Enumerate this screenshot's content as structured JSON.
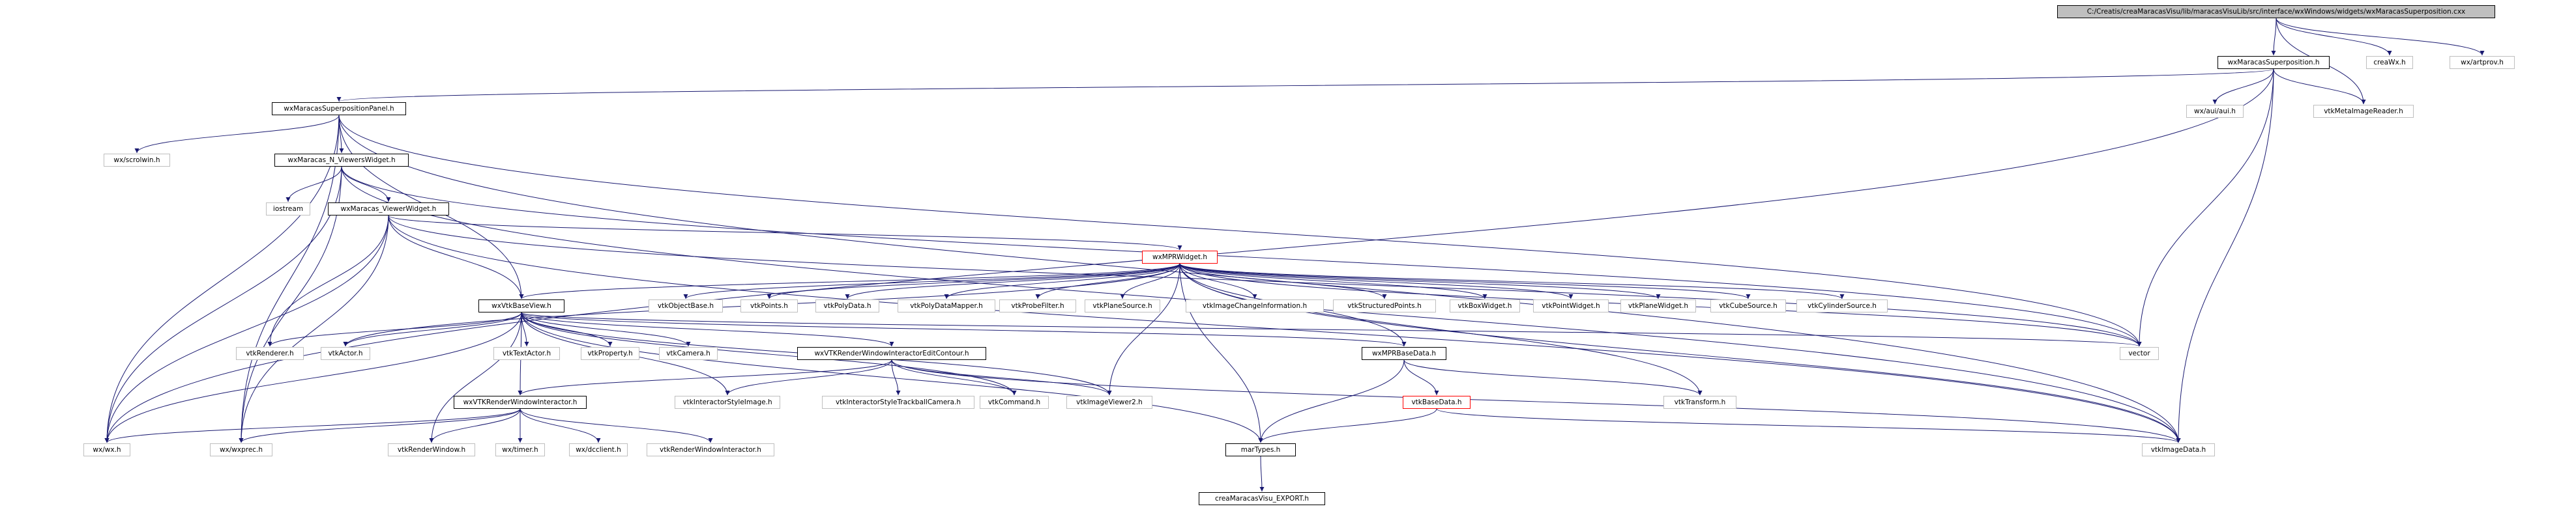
{
  "colors": {
    "edge": "#191970",
    "root_fill": "#bfbfbf",
    "doc_border": "#000000",
    "ext_border": "#bfbfbf",
    "incomplete_border": "#ff0000"
  },
  "nodes": [
    {
      "id": "root",
      "label": "C:/Creatis/creaMaracasVisu/lib/maracasVisuLib/src/interface/wxWindows/widgets/wxMaracasSuperposition.cxx",
      "style": "root"
    },
    {
      "id": "superpos_h",
      "label": "wxMaracasSuperposition.h",
      "style": "doc"
    },
    {
      "id": "creawx",
      "label": "creaWx.h",
      "style": "ext"
    },
    {
      "id": "artprov",
      "label": "wx/artprov.h",
      "style": "ext"
    },
    {
      "id": "panel_h",
      "label": "wxMaracasSuperpositionPanel.h",
      "style": "doc"
    },
    {
      "id": "auiaui",
      "label": "wx/aui/aui.h",
      "style": "ext"
    },
    {
      "id": "metareader",
      "label": "vtkMetaImageReader.h",
      "style": "ext"
    },
    {
      "id": "scrolwin",
      "label": "wx/scrolwin.h",
      "style": "ext"
    },
    {
      "id": "nviewers",
      "label": "wxMaracas_N_ViewersWidget.h",
      "style": "doc"
    },
    {
      "id": "iostream",
      "label": "iostream",
      "style": "ext"
    },
    {
      "id": "viewerwidget",
      "label": "wxMaracas_ViewerWidget.h",
      "style": "doc"
    },
    {
      "id": "mprwidget",
      "label": "wxMPRWidget.h",
      "style": "red"
    },
    {
      "id": "vtkbaseview",
      "label": "wxVtkBaseView.h",
      "style": "doc"
    },
    {
      "id": "objectbase",
      "label": "vtkObjectBase.h",
      "style": "ext"
    },
    {
      "id": "points",
      "label": "vtkPoints.h",
      "style": "ext"
    },
    {
      "id": "polydata",
      "label": "vtkPolyData.h",
      "style": "ext"
    },
    {
      "id": "polydatamapper",
      "label": "vtkPolyDataMapper.h",
      "style": "ext"
    },
    {
      "id": "probefilter",
      "label": "vtkProbeFilter.h",
      "style": "ext"
    },
    {
      "id": "planesource",
      "label": "vtkPlaneSource.h",
      "style": "ext"
    },
    {
      "id": "imagechangeinfo",
      "label": "vtkImageChangeInformation.h",
      "style": "ext"
    },
    {
      "id": "structuredpoints",
      "label": "vtkStructuredPoints.h",
      "style": "ext"
    },
    {
      "id": "boxwidget",
      "label": "vtkBoxWidget.h",
      "style": "ext"
    },
    {
      "id": "pointwidget",
      "label": "vtkPointWidget.h",
      "style": "ext"
    },
    {
      "id": "planewidget",
      "label": "vtkPlaneWidget.h",
      "style": "ext"
    },
    {
      "id": "cubesource",
      "label": "vtkCubeSource.h",
      "style": "ext"
    },
    {
      "id": "cylindersource",
      "label": "vtkCylinderSource.h",
      "style": "ext"
    },
    {
      "id": "renderer",
      "label": "vtkRenderer.h",
      "style": "ext"
    },
    {
      "id": "actor",
      "label": "vtkActor.h",
      "style": "ext"
    },
    {
      "id": "textactor",
      "label": "vtkTextActor.h",
      "style": "ext"
    },
    {
      "id": "property",
      "label": "vtkProperty.h",
      "style": "ext"
    },
    {
      "id": "camera",
      "label": "vtkCamera.h",
      "style": "ext"
    },
    {
      "id": "editcontour",
      "label": "wxVTKRenderWindowInteractorEditContour.h",
      "style": "doc"
    },
    {
      "id": "mprbasedata",
      "label": "wxMPRBaseData.h",
      "style": "doc"
    },
    {
      "id": "vector",
      "label": "vector",
      "style": "ext"
    },
    {
      "id": "rwinteractor",
      "label": "wxVTKRenderWindowInteractor.h",
      "style": "doc"
    },
    {
      "id": "interactorstyleimage",
      "label": "vtkInteractorStyleImage.h",
      "style": "ext"
    },
    {
      "id": "trackballcamera",
      "label": "vtkInteractorStyleTrackballCamera.h",
      "style": "ext"
    },
    {
      "id": "command",
      "label": "vtkCommand.h",
      "style": "ext"
    },
    {
      "id": "imageviewer2",
      "label": "vtkImageViewer2.h",
      "style": "ext"
    },
    {
      "id": "basedata",
      "label": "vtkBaseData.h",
      "style": "red"
    },
    {
      "id": "transform",
      "label": "vtkTransform.h",
      "style": "ext"
    },
    {
      "id": "wxwx",
      "label": "wx/wx.h",
      "style": "ext"
    },
    {
      "id": "wxprec",
      "label": "wx/wxprec.h",
      "style": "ext"
    },
    {
      "id": "renderwindow",
      "label": "vtkRenderWindow.h",
      "style": "ext"
    },
    {
      "id": "timer",
      "label": "wx/timer.h",
      "style": "ext"
    },
    {
      "id": "dcclient",
      "label": "wx/dcclient.h",
      "style": "ext"
    },
    {
      "id": "renderwindowinteractor",
      "label": "vtkRenderWindowInteractor.h",
      "style": "ext"
    },
    {
      "id": "martypes",
      "label": "marTypes.h",
      "style": "doc"
    },
    {
      "id": "imagedata",
      "label": "vtkImageData.h",
      "style": "ext"
    },
    {
      "id": "export",
      "label": "creaMaracasVisu_EXPORT.h",
      "style": "doc"
    }
  ],
  "edges": [
    [
      "root",
      "superpos_h"
    ],
    [
      "root",
      "creawx"
    ],
    [
      "root",
      "artprov"
    ],
    [
      "root",
      "metareader"
    ],
    [
      "superpos_h",
      "panel_h"
    ],
    [
      "superpos_h",
      "auiaui"
    ],
    [
      "superpos_h",
      "metareader"
    ],
    [
      "superpos_h",
      "vector"
    ],
    [
      "superpos_h",
      "imagedata"
    ],
    [
      "superpos_h",
      "wxwx"
    ],
    [
      "panel_h",
      "scrolwin"
    ],
    [
      "panel_h",
      "nviewers"
    ],
    [
      "panel_h",
      "vtkbaseview"
    ],
    [
      "panel_h",
      "wxwx"
    ],
    [
      "panel_h",
      "wxprec"
    ],
    [
      "panel_h",
      "vector"
    ],
    [
      "panel_h",
      "imagedata"
    ],
    [
      "nviewers",
      "iostream"
    ],
    [
      "nviewers",
      "viewerwidget"
    ],
    [
      "nviewers",
      "wxwx"
    ],
    [
      "nviewers",
      "wxprec"
    ],
    [
      "nviewers",
      "vector"
    ],
    [
      "nviewers",
      "imagedata"
    ],
    [
      "viewerwidget",
      "mprwidget"
    ],
    [
      "viewerwidget",
      "vtkbaseview"
    ],
    [
      "viewerwidget",
      "renderer"
    ],
    [
      "viewerwidget",
      "wxwx"
    ],
    [
      "viewerwidget",
      "wxprec"
    ],
    [
      "viewerwidget",
      "vector"
    ],
    [
      "viewerwidget",
      "imagedata"
    ],
    [
      "mprwidget",
      "vtkbaseview"
    ],
    [
      "mprwidget",
      "objectbase"
    ],
    [
      "mprwidget",
      "points"
    ],
    [
      "mprwidget",
      "polydata"
    ],
    [
      "mprwidget",
      "polydatamapper"
    ],
    [
      "mprwidget",
      "probefilter"
    ],
    [
      "mprwidget",
      "planesource"
    ],
    [
      "mprwidget",
      "imagechangeinfo"
    ],
    [
      "mprwidget",
      "structuredpoints"
    ],
    [
      "mprwidget",
      "boxwidget"
    ],
    [
      "mprwidget",
      "pointwidget"
    ],
    [
      "mprwidget",
      "planewidget"
    ],
    [
      "mprwidget",
      "cubesource"
    ],
    [
      "mprwidget",
      "cylindersource"
    ],
    [
      "mprwidget",
      "vector"
    ],
    [
      "mprwidget",
      "mprbasedata"
    ],
    [
      "mprwidget",
      "transform"
    ],
    [
      "mprwidget",
      "imagedata"
    ],
    [
      "mprwidget",
      "actor"
    ],
    [
      "mprwidget",
      "imageviewer2"
    ],
    [
      "mprwidget",
      "martypes"
    ],
    [
      "vtkbaseview",
      "renderer"
    ],
    [
      "vtkbaseview",
      "actor"
    ],
    [
      "vtkbaseview",
      "textactor"
    ],
    [
      "vtkbaseview",
      "property"
    ],
    [
      "vtkbaseview",
      "camera"
    ],
    [
      "vtkbaseview",
      "editcontour"
    ],
    [
      "vtkbaseview",
      "mprbasedata"
    ],
    [
      "vtkbaseview",
      "vector"
    ],
    [
      "vtkbaseview",
      "rwinteractor"
    ],
    [
      "vtkbaseview",
      "interactorstyleimage"
    ],
    [
      "vtkbaseview",
      "imageviewer2"
    ],
    [
      "vtkbaseview",
      "command"
    ],
    [
      "vtkbaseview",
      "renderwindow"
    ],
    [
      "vtkbaseview",
      "wxwx"
    ],
    [
      "vtkbaseview",
      "martypes"
    ],
    [
      "editcontour",
      "rwinteractor"
    ],
    [
      "editcontour",
      "interactorstyleimage"
    ],
    [
      "editcontour",
      "trackballcamera"
    ],
    [
      "editcontour",
      "command"
    ],
    [
      "editcontour",
      "imageviewer2"
    ],
    [
      "editcontour",
      "imagedata"
    ],
    [
      "mprbasedata",
      "basedata"
    ],
    [
      "mprbasedata",
      "transform"
    ],
    [
      "mprbasedata",
      "martypes"
    ],
    [
      "basedata",
      "martypes"
    ],
    [
      "basedata",
      "imagedata"
    ],
    [
      "rwinteractor",
      "wxwx"
    ],
    [
      "rwinteractor",
      "wxprec"
    ],
    [
      "rwinteractor",
      "renderwindow"
    ],
    [
      "rwinteractor",
      "timer"
    ],
    [
      "rwinteractor",
      "dcclient"
    ],
    [
      "rwinteractor",
      "renderwindowinteractor"
    ],
    [
      "martypes",
      "export"
    ]
  ]
}
